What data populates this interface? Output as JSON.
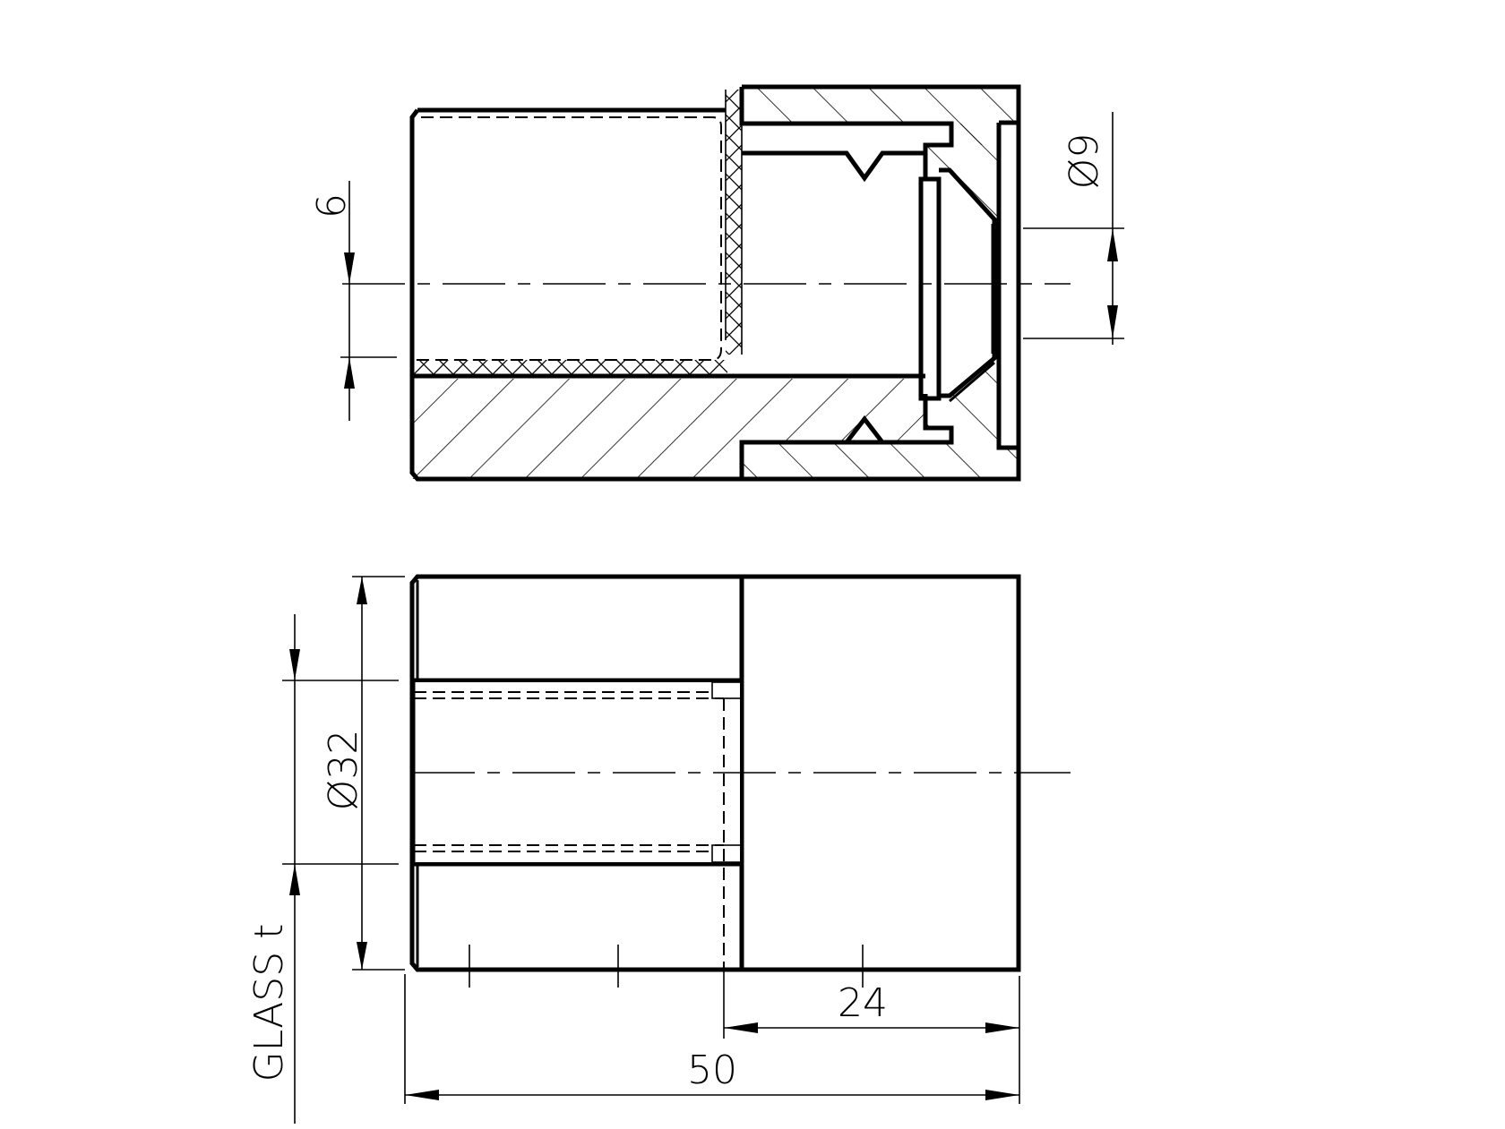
{
  "drawing": {
    "title": "Glass clamp / standoff technical drawing",
    "views": [
      {
        "name": "section-view",
        "description": "Sectional side view with hatching"
      },
      {
        "name": "front-view",
        "description": "Elevation view with glass slot"
      }
    ]
  },
  "dimensions": {
    "section_gap": {
      "label": "6"
    },
    "hole_diameter": {
      "label": "Ø9"
    },
    "outer_diameter": {
      "label": "Ø32"
    },
    "glass_thickness": {
      "label": "GLASS t"
    },
    "cap_length": {
      "label": "24"
    },
    "overall_length": {
      "label": "50"
    }
  },
  "colors": {
    "line": "#000000",
    "background": "#ffffff"
  }
}
